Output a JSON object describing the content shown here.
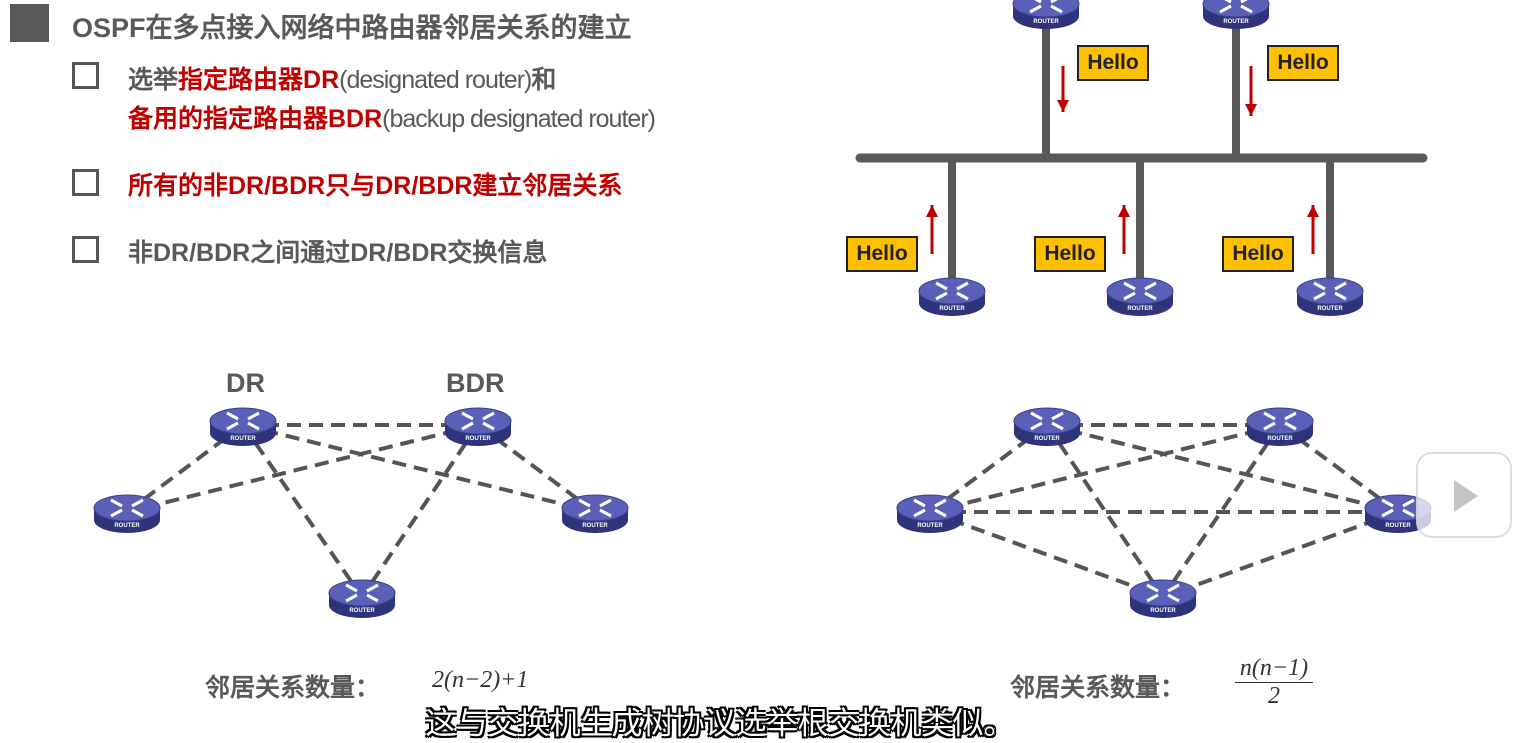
{
  "title": "OSPF在多点接入网络中路由器邻居关系的建立",
  "bullets": [
    {
      "p1": "选举",
      "p2": "指定路由器DR",
      "p3": "(designated router)",
      "p4": "和",
      "p5": "备用的指定路由器BDR",
      "p6": "(backup designated router)"
    },
    {
      "text": "所有的非DR/BDR只与DR/BDR建立邻居关系"
    },
    {
      "text": "非DR/BDR之间通过DR/BDR交换信息"
    }
  ],
  "hello": "Hello",
  "router_label": "ROUTER",
  "left_diagram": {
    "dr": "DR",
    "bdr": "BDR",
    "count_label": "邻居关系数量：",
    "formula": "2(n−2)+1"
  },
  "right_diagram": {
    "count_label": "邻居关系数量：",
    "numerator": "n(n−1)",
    "denominator": "2"
  },
  "subtitle": "这与交换机生成树协议选举根交换机类似。",
  "colors": {
    "accent": "#c00000",
    "hello_box": "#ffc000",
    "router": "#4a4fa0"
  }
}
